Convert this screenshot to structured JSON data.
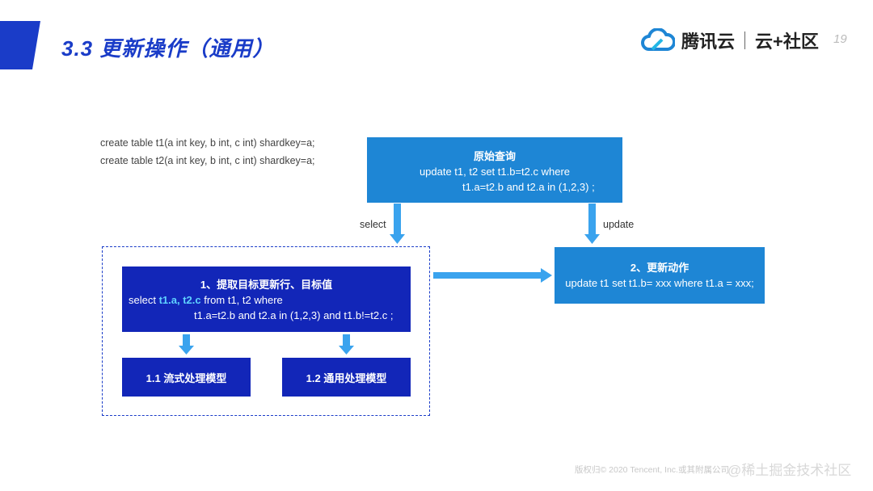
{
  "header": {
    "title": "3.3  更新操作（通用）",
    "logo_name": "腾讯云",
    "logo_sub": "云+社区",
    "page_number": "19"
  },
  "ddl": [
    "create table t1(a int key, b int, c int) shardkey=a;",
    "create table t2(a int key, b int, c int) shardkey=a;"
  ],
  "original_query": {
    "title": "原始查询",
    "line1": "update t1, t2 set t1.b=t2.c where",
    "line2": "t1.a=t2.b and t2.a in (1,2,3) ;"
  },
  "arrows": {
    "select_label": "select",
    "update_label": "update"
  },
  "extract": {
    "title": "1、提取目标更新行、目标值",
    "line1_prefix": "select ",
    "line1_highlight": "t1.a, t2.c",
    "line1_suffix": " from t1, t2 where",
    "line2": "t1.a=t2.b and t2.a in (1,2,3) and t1.b!=t2.c ;"
  },
  "sub_models": {
    "stream": "1.1  流式处理模型",
    "general": "1.2  通用处理模型"
  },
  "action": {
    "title": "2、更新动作",
    "line1": "update t1 set t1.b= xxx where t1.a = xxx;"
  },
  "footer": {
    "copyright": "版权归© 2020 Tencent, Inc.或其附属公司",
    "watermark": "@稀土掘金技术社区"
  },
  "colors": {
    "accent": "#1a3cc8",
    "box_light": "#1e86d5",
    "box_dark": "#1226b8",
    "arrow": "#3aa3ee",
    "highlight": "#5fd2ff"
  }
}
